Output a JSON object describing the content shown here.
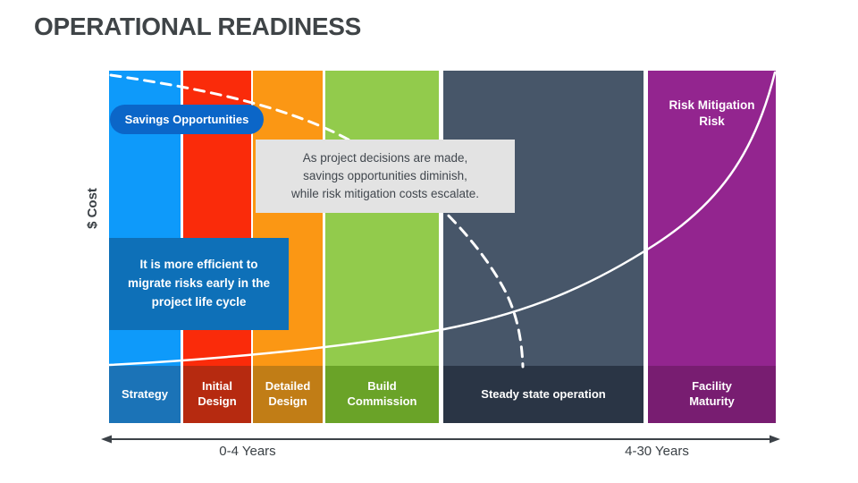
{
  "title": "OPERATIONAL READINESS",
  "y_axis_label": "$ Cost",
  "phases": [
    {
      "label": "Strategy",
      "band_color": "#0E9AFA",
      "label_bg": "#1B73B7"
    },
    {
      "label": "Initial\nDesign",
      "band_color": "#FA2B0A",
      "label_bg": "#B62A10"
    },
    {
      "label": "Detailed\nDesign",
      "band_color": "#FB9714",
      "label_bg": "#C17D16"
    },
    {
      "label": "Build\nCommission",
      "band_color": "#92CB4C",
      "label_bg": "#6AA328"
    },
    {
      "label": "Steady state operation",
      "band_color": "#475669",
      "label_bg": "#2A3545"
    },
    {
      "label": "Facility\nMaturity",
      "band_color": "#93258F",
      "label_bg": "#781D71"
    }
  ],
  "callouts": {
    "savings_pill": "Savings Opportunities",
    "decisions_note": "As project decisions are made,\nsavings opportunities diminish,\nwhile risk mitigation costs escalate.",
    "efficiency_note": "It is more efficient to\nmigrate risks early in the\nproject life cycle",
    "risk_label": "Risk Mitigation\nRisk"
  },
  "timeline": {
    "left_label": "0-4 Years",
    "right_label": "4-30 Years"
  },
  "colors": {
    "savings_pill_bg": "#0B66C8",
    "efficiency_note_bg": "#0E70B8",
    "decisions_note_bg": "#E3E3E3",
    "title_text": "#3F4447",
    "curve_white": "#FFFFFF",
    "axis_dark": "#3C4248"
  }
}
